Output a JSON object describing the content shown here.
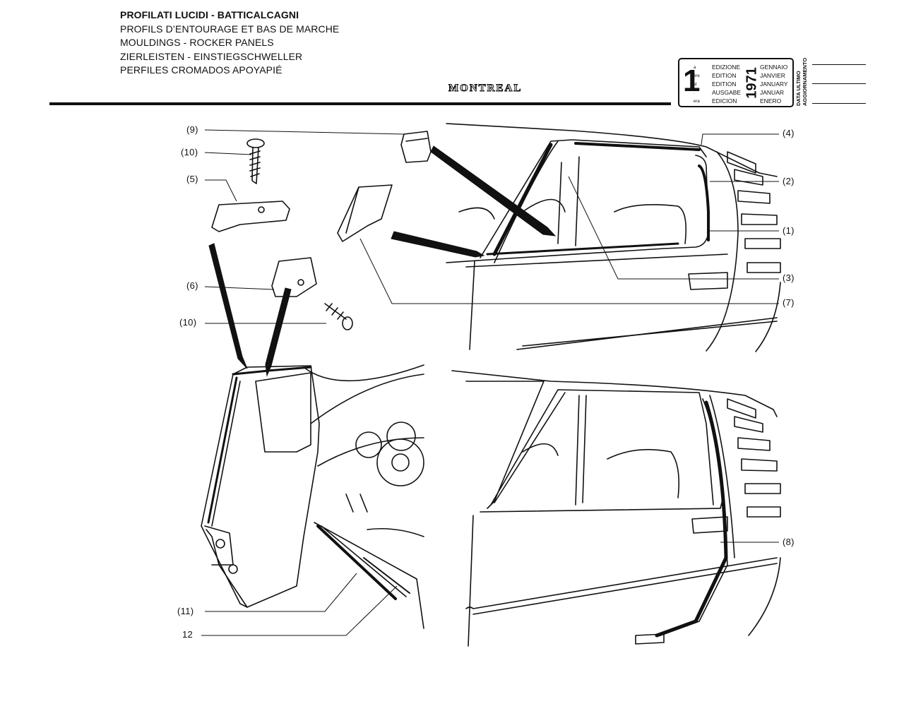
{
  "header": {
    "titles": [
      "PROFILATI LUCIDI - BATTICALCAGNI",
      "PROFILS D’ENTOURAGE ET BAS DE MARCHE",
      "MOULDINGS - ROCKER PANELS",
      "ZIERLEISTEN - EINSTIEGSCHWELLER",
      "PERFILES CROMADOS APOYAPIÉ"
    ],
    "model": "MONTREAL"
  },
  "edition_box": {
    "number": "1",
    "suffixes": [
      "a",
      "ère",
      "st",
      ".",
      "era"
    ],
    "labels": [
      "EDIZIONE",
      "EDITION",
      "EDITION",
      "AUSGABE",
      "EDICION"
    ],
    "year": "1971",
    "months": [
      "GENNAIO",
      "JANVIER",
      "JANUARY",
      "JANUAR",
      "ENERO"
    ],
    "update_label_1": "DATA ULTIMO",
    "update_label_2": "AGGIORNAMENTO"
  },
  "callouts": {
    "c9": "(9)",
    "c10a": "(10)",
    "c5": "(5)",
    "c6": "(6)",
    "c10b": "(10)",
    "c4": "(4)",
    "c2": "(2)",
    "c1": "(1)",
    "c3": "(3)",
    "c7": "(7)",
    "c8": "(8)",
    "c11": "(11)",
    "c12": "12"
  }
}
